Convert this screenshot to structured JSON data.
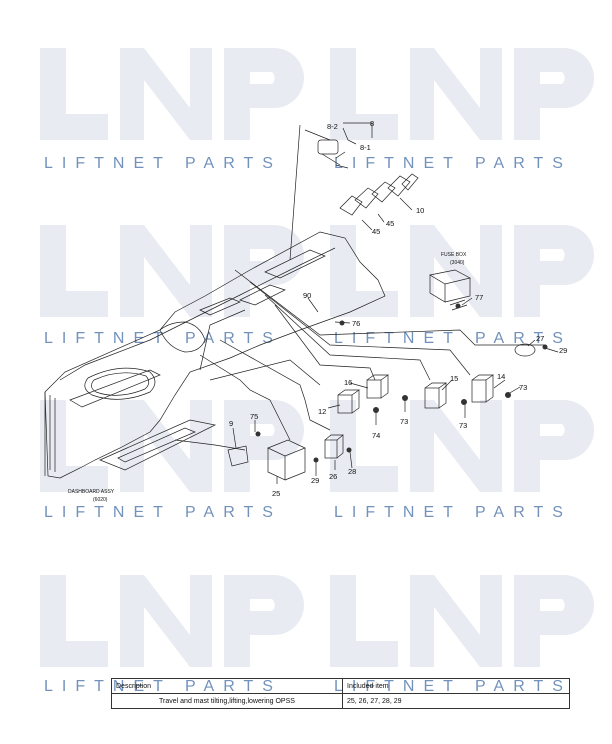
{
  "watermark": {
    "text": "LIFTNET PARTS",
    "logo": "LNP",
    "color": "#5a7fb0",
    "logo_color": "#e7e9f1"
  },
  "diagram": {
    "assy_label": "DASHBOARD ASSY",
    "assy_code": "(6020)",
    "fuse_box_label": "FUSE BOX",
    "fuse_box_code": "(3040)",
    "callouts": [
      "8",
      "8-1",
      "8-2",
      "10",
      "45",
      "45",
      "90",
      "76",
      "77",
      "27",
      "29",
      "14",
      "15",
      "16",
      "12",
      "73",
      "73",
      "73",
      "74",
      "75",
      "9",
      "25",
      "26",
      "28",
      "29"
    ]
  },
  "table": {
    "headers": {
      "description": "Description",
      "included": "Included item"
    },
    "rows": [
      {
        "description": "Travel and mast tilting,lifting,lowering OPSS",
        "included": "25, 26, 27, 28, 29"
      }
    ]
  }
}
